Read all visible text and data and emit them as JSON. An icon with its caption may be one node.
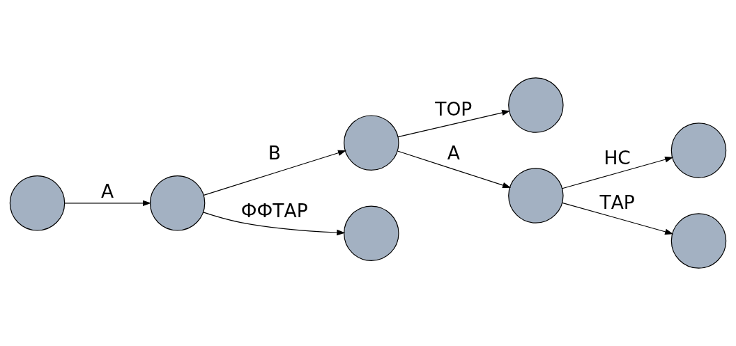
{
  "diagram": {
    "nodes": [
      {
        "text": [],
        "shape": "circle"
      },
      {
        "text": [],
        "shape": "circle"
      },
      {
        "text": [],
        "shape": "circle"
      },
      {
        "text": [],
        "shape": "circle"
      },
      {
        "text": [],
        "shape": "circle"
      },
      {
        "text": [],
        "shape": "circle"
      },
      {
        "text": [],
        "shape": "circle"
      },
      {
        "text": [],
        "shape": "circle"
      }
    ],
    "edges": [
      {
        "from": 0,
        "to": 1,
        "arrow": "to",
        "label": "А"
      },
      {
        "from": 1,
        "to": 2,
        "arrow": "to",
        "label": "В"
      },
      {
        "from": 1,
        "to": 3,
        "arrow": "to",
        "label": "ФФТАР"
      },
      {
        "from": 2,
        "to": 5,
        "arrow": "to",
        "label": "А"
      },
      {
        "from": 2,
        "to": 4,
        "arrow": "to",
        "label": "ТОР"
      },
      {
        "from": 5,
        "to": 6,
        "arrow": "to",
        "label": "НС"
      },
      {
        "from": 5,
        "to": 7,
        "arrow": "to",
        "label": "ТАР"
      }
    ]
  }
}
